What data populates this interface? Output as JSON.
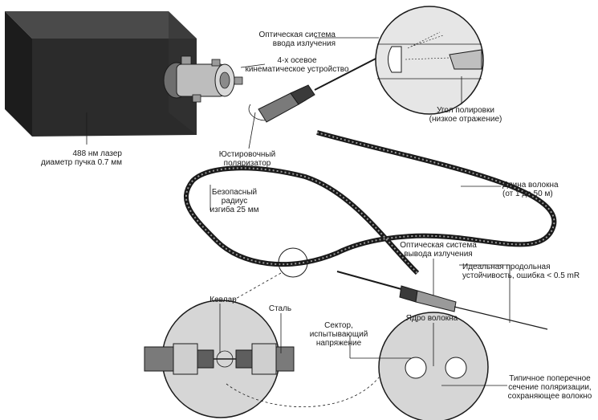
{
  "labels": {
    "optical_input": "Оптическая система\nввода излучения",
    "kinematic_mount": "4-х осевое\nкинематическое устройство",
    "laser": "488 нм лазер\nдиаметр пучка 0.7 мм",
    "polarizer": "Юстировочный\nполяризатор",
    "polish_angle": "Угол полировки\n(низкое отражение)",
    "fiber_length": "Длина волокна\n(от 1 до 50 м)",
    "bend_radius": "Безопасный\nрадиус\nизгиба 25 мм",
    "optical_output": "Оптическая система\nвывода излучения",
    "stability": "Идеальная продольная\nустойчивость, ошибка < 0.5 mR",
    "kevlar": "Кевлар",
    "steel": "Сталь",
    "stress_sector": "Сектор,\nиспытывающий\nнапряжение",
    "fiber_core": "Ядро волокна",
    "cross_section": "Типичное поперечное\nсечение поляризации,\nсохраняющее волокно"
  },
  "colors": {
    "laser_block": "#262626",
    "laser_side": "#3a3a3a",
    "metal_light": "#cfcfcf",
    "metal_dark": "#6e6e6e",
    "line": "#1a1a1a",
    "circle_fill": "#d6d6d6"
  }
}
